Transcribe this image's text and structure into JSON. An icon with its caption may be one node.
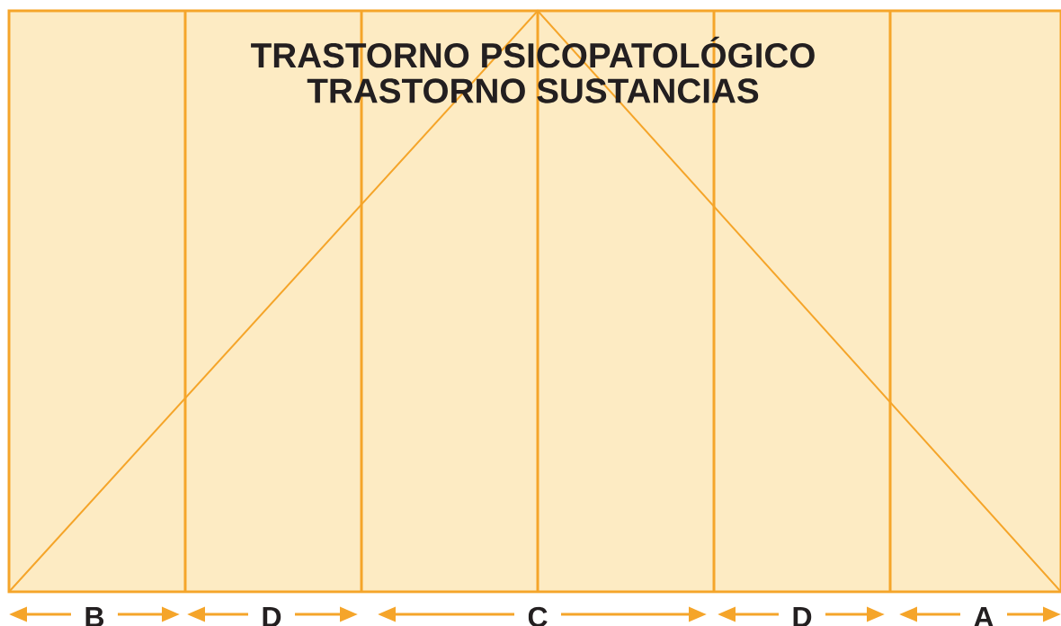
{
  "diagram": {
    "labels": [
      "TRASTORNO PSICOPATOLÓGICO",
      "TRASTORNO SUSTANCIAS",
      "B",
      "D",
      "C",
      "D",
      "A"
    ]
  }
}
